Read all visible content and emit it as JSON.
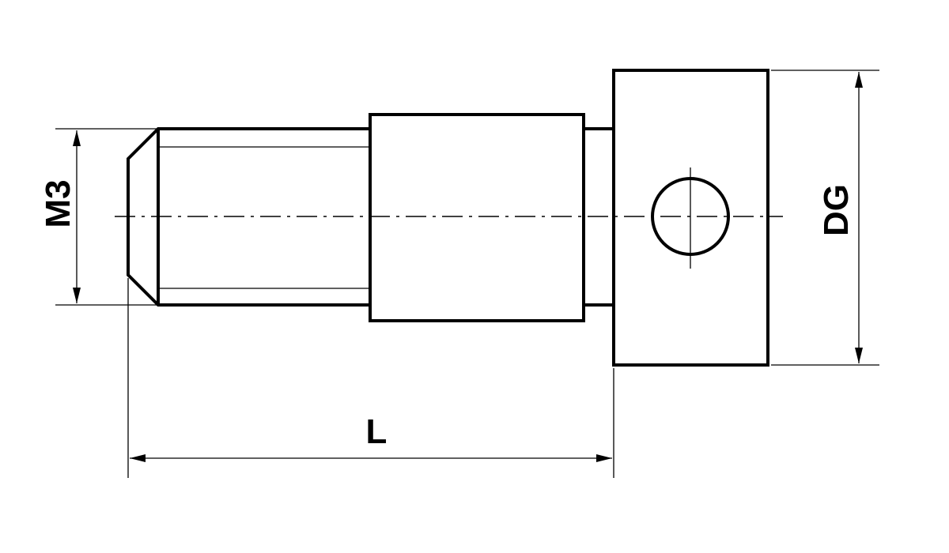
{
  "drawing": {
    "dimensions": {
      "thread": "M3",
      "diameter": "DG",
      "length": "L"
    },
    "colors": {
      "line": "#000000",
      "background": "#ffffff"
    }
  }
}
